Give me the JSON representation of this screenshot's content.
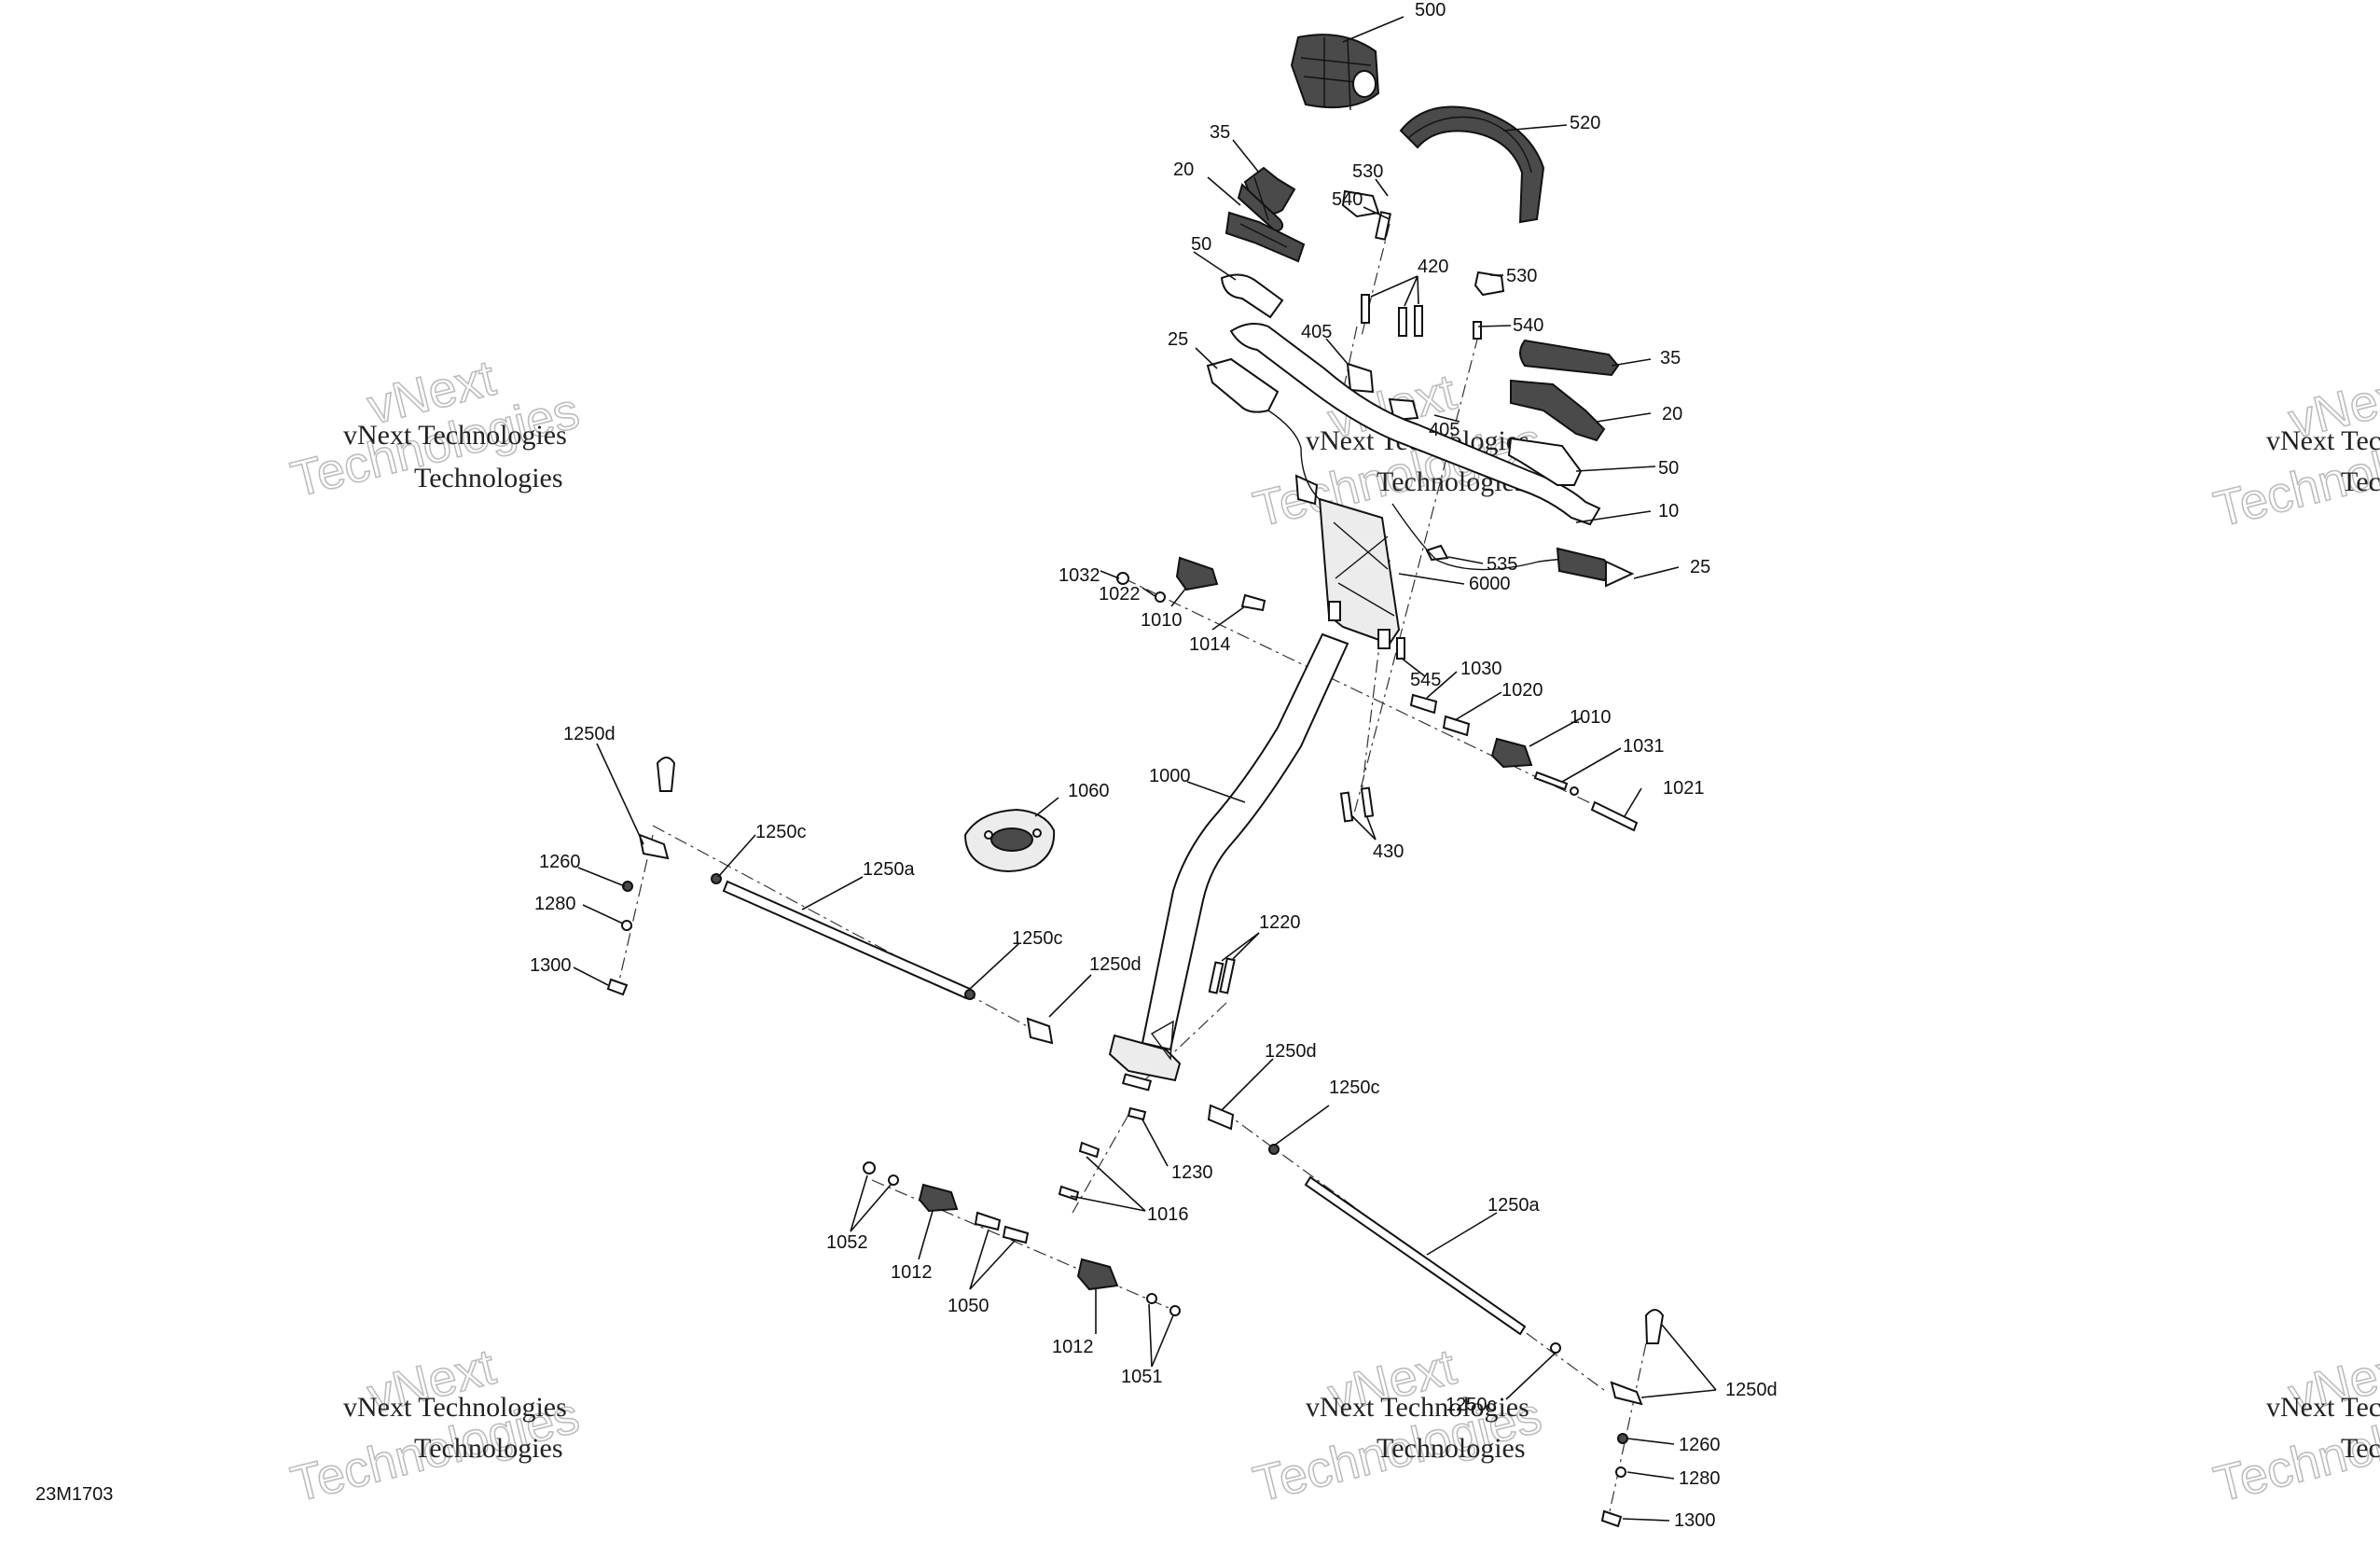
{
  "drawing": {
    "reference_code": "23M1703"
  },
  "watermark": {
    "line1": "vNext Technologies",
    "line2": "Technologies",
    "line3": "vNext"
  },
  "callouts": [
    {
      "id": "c-500",
      "text": "500"
    },
    {
      "id": "c-520",
      "text": "520"
    },
    {
      "id": "c-35a",
      "text": "35"
    },
    {
      "id": "c-20a",
      "text": "20"
    },
    {
      "id": "c-530a",
      "text": "530"
    },
    {
      "id": "c-540a",
      "text": "540"
    },
    {
      "id": "c-50a",
      "text": "50"
    },
    {
      "id": "c-420",
      "text": "420"
    },
    {
      "id": "c-530b",
      "text": "530"
    },
    {
      "id": "c-405a",
      "text": "405"
    },
    {
      "id": "c-540b",
      "text": "540"
    },
    {
      "id": "c-25a",
      "text": "25"
    },
    {
      "id": "c-35b",
      "text": "35"
    },
    {
      "id": "c-405b",
      "text": "405"
    },
    {
      "id": "c-20b",
      "text": "20"
    },
    {
      "id": "c-50b",
      "text": "50"
    },
    {
      "id": "c-10",
      "text": "10"
    },
    {
      "id": "c-535",
      "text": "535"
    },
    {
      "id": "c-25b",
      "text": "25"
    },
    {
      "id": "c-6000",
      "text": "6000"
    },
    {
      "id": "c-1032",
      "text": "1032"
    },
    {
      "id": "c-1022",
      "text": "1022"
    },
    {
      "id": "c-1010a",
      "text": "1010"
    },
    {
      "id": "c-1014",
      "text": "1014"
    },
    {
      "id": "c-545",
      "text": "545"
    },
    {
      "id": "c-1030",
      "text": "1030"
    },
    {
      "id": "c-1020",
      "text": "1020"
    },
    {
      "id": "c-1010b",
      "text": "1010"
    },
    {
      "id": "c-1031",
      "text": "1031"
    },
    {
      "id": "c-1021",
      "text": "1021"
    },
    {
      "id": "c-1250d-a",
      "text": "1250d"
    },
    {
      "id": "c-1060",
      "text": "1060"
    },
    {
      "id": "c-1000",
      "text": "1000"
    },
    {
      "id": "c-430",
      "text": "430"
    },
    {
      "id": "c-1250c-a",
      "text": "1250c"
    },
    {
      "id": "c-1260a",
      "text": "1260"
    },
    {
      "id": "c-1250a-a",
      "text": "1250a"
    },
    {
      "id": "c-1280a",
      "text": "1280"
    },
    {
      "id": "c-1300a",
      "text": "1300"
    },
    {
      "id": "c-1250c-b",
      "text": "1250c"
    },
    {
      "id": "c-1250d-b",
      "text": "1250d"
    },
    {
      "id": "c-1220",
      "text": "1220"
    },
    {
      "id": "c-1250d-c",
      "text": "1250d"
    },
    {
      "id": "c-1250c-c",
      "text": "1250c"
    },
    {
      "id": "c-1230",
      "text": "1230"
    },
    {
      "id": "c-1016",
      "text": "1016"
    },
    {
      "id": "c-1052",
      "text": "1052"
    },
    {
      "id": "c-1012a",
      "text": "1012"
    },
    {
      "id": "c-1050",
      "text": "1050"
    },
    {
      "id": "c-1250a-b",
      "text": "1250a"
    },
    {
      "id": "c-1012b",
      "text": "1012"
    },
    {
      "id": "c-1051",
      "text": "1051"
    },
    {
      "id": "c-1250c-d",
      "text": "1250c"
    },
    {
      "id": "c-1250d-d",
      "text": "1250d"
    },
    {
      "id": "c-1260b",
      "text": "1260"
    },
    {
      "id": "c-1280b",
      "text": "1280"
    },
    {
      "id": "c-1300b",
      "text": "1300"
    }
  ]
}
